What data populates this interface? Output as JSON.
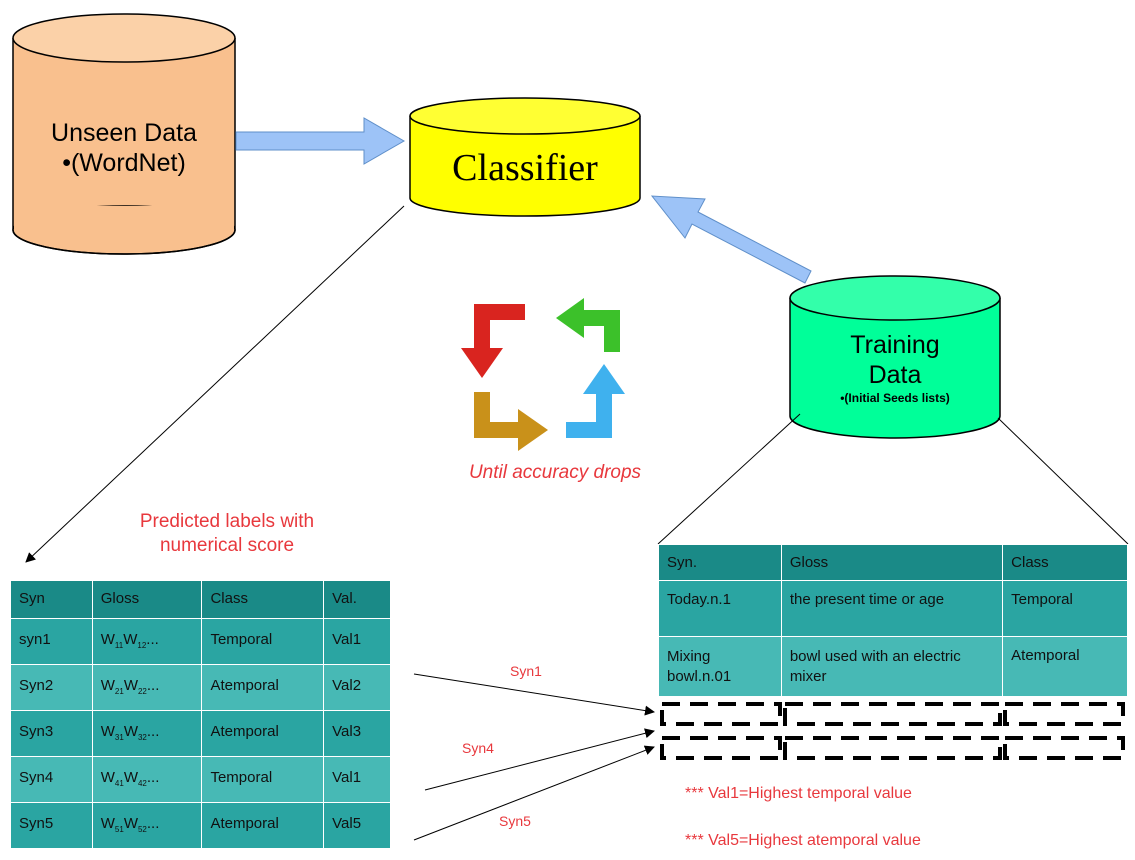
{
  "unseen": {
    "line1": "Unseen Data",
    "line2": "•(WordNet)"
  },
  "classifier": {
    "label": "Classifier"
  },
  "training": {
    "line1": "Training",
    "line2": "Data",
    "line3": "•(Initial Seeds lists)"
  },
  "loop_caption": "Until accuracy drops",
  "predicted_caption": {
    "line1": "Predicted labels with",
    "line2": "numerical score"
  },
  "left_table": {
    "headers": [
      "Syn",
      "Gloss",
      "Class",
      "Val."
    ],
    "rows": [
      {
        "syn": "syn1",
        "gloss_w1": "W",
        "gloss_s1": "11",
        "gloss_w2": "W",
        "gloss_s2": "12",
        "gloss_tail": "...",
        "cls": "Temporal",
        "val": "Val1"
      },
      {
        "syn": "Syn2",
        "gloss_w1": "W",
        "gloss_s1": "21",
        "gloss_w2": "W",
        "gloss_s2": "22",
        "gloss_tail": "...",
        "cls": "Atemporal",
        "val": "Val2"
      },
      {
        "syn": "Syn3",
        "gloss_w1": "W",
        "gloss_s1": "31",
        "gloss_w2": "W",
        "gloss_s2": "32",
        "gloss_tail": "...",
        "cls": "Atemporal",
        "val": "Val3"
      },
      {
        "syn": "Syn4",
        "gloss_w1": "W",
        "gloss_s1": "41",
        "gloss_w2": "W",
        "gloss_s2": "42",
        "gloss_tail": "...",
        "cls": "Temporal",
        "val": "Val1"
      },
      {
        "syn": "Syn5",
        "gloss_w1": "W",
        "gloss_s1": "51",
        "gloss_w2": "W",
        "gloss_s2": "52",
        "gloss_tail": "...",
        "cls": "Atemporal",
        "val": "Val5"
      }
    ]
  },
  "right_table": {
    "headers": [
      "Syn.",
      "Gloss",
      "Class"
    ],
    "rows": [
      {
        "syn": "Today.n.1",
        "gloss": "the present time or age",
        "cls": "Temporal"
      },
      {
        "syn": "Mixing bowl.n.01",
        "gloss": "bowl used with an electric mixer",
        "cls": "Atemporal"
      }
    ]
  },
  "arrow_labels": {
    "syn1": "Syn1",
    "syn4": "Syn4",
    "syn5": "Syn5"
  },
  "notes": {
    "note1": "*** Val1=Highest temporal value",
    "note2": "*** Val5=Highest  atemporal value"
  },
  "colors": {
    "unseen": "#f9c08e",
    "classifier": "#ffff00",
    "training": "#00ff99",
    "arrow": "#9dc3f7",
    "table_header": "#1a8a87",
    "table_row_dark": "#2aa5a2",
    "table_row_light": "#47b9b5",
    "caption_red": "#e8383d"
  }
}
